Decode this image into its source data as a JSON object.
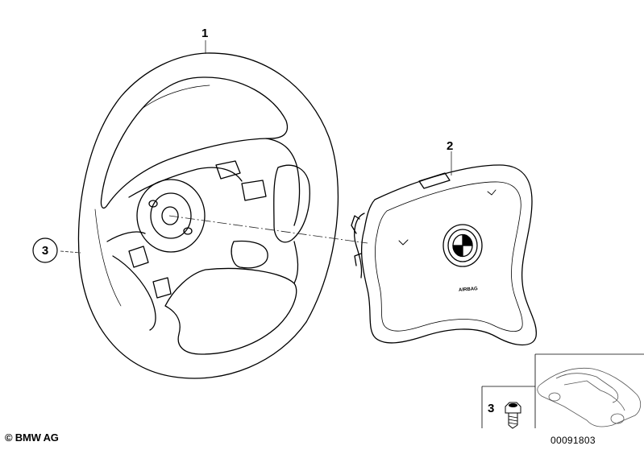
{
  "callouts": {
    "steering_wheel": "1",
    "airbag_module": "2",
    "screw_circled": "3",
    "screw_detail": "3"
  },
  "airbag_badge_text": "AIRBAG",
  "footer": {
    "copyright": "© BMW AG",
    "document_number": "00091803"
  },
  "colors": {
    "line": "#000000",
    "leader": "#222222",
    "background": "#ffffff"
  }
}
